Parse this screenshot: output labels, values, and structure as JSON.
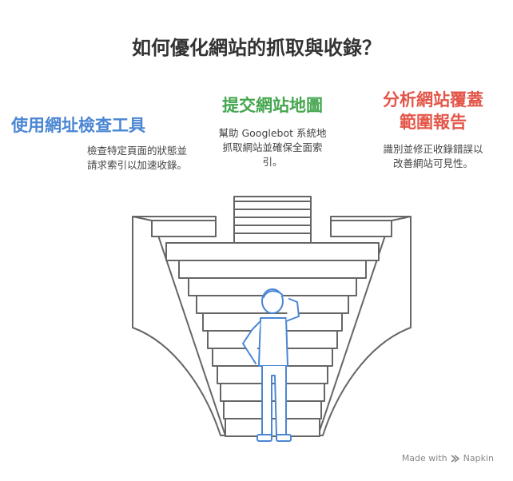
{
  "title": "如何優化網站的抓取與收錄？",
  "sections": [
    {
      "heading": "使用網址檢查工具",
      "lines": [
        "檢查特定頁面的狀態並",
        "請求索引以加速收錄。"
      ],
      "color": "#4a86d4"
    },
    {
      "heading": "提交網站地圖",
      "lines": [
        "幫助 Googlebot 系統地",
        "抓取網站並確保全面索",
        "引。"
      ],
      "color": "#45a64f"
    },
    {
      "heading_lines": [
        "分析網站覆蓋",
        "範圍報告"
      ],
      "lines": [
        "識別並修正收錄錯誤以",
        "改善網站可見性。"
      ],
      "color": "#e35649"
    }
  ],
  "footer": {
    "made_with": "Made with",
    "brand": "Napkin"
  },
  "icons": {
    "footer_logo": "napkin-logo-icon"
  },
  "colors": {
    "figure": "#4a86d4",
    "stairs": "#666666"
  }
}
